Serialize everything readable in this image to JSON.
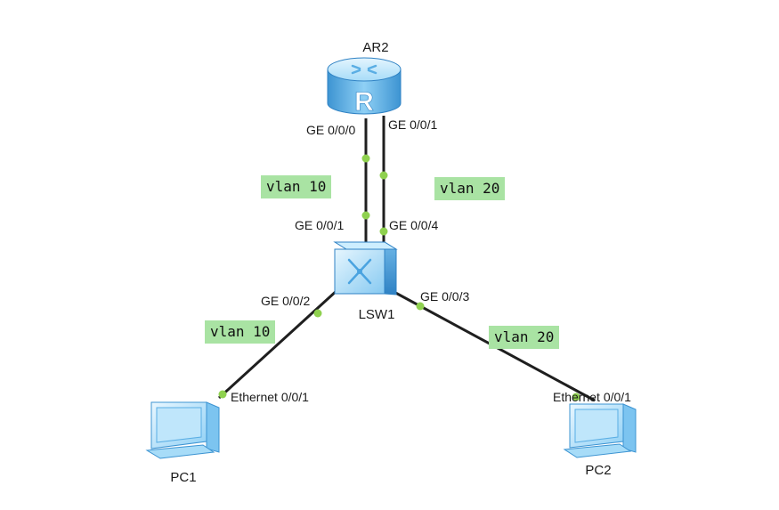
{
  "colors": {
    "link": "#1f1f1f",
    "port_dot": "#8fd14f",
    "vlan_bg": "#a9e3a3",
    "device_light": "#bfe6fb",
    "device_mid": "#7cc4f0",
    "device_dark": "#3d94d2"
  },
  "nodes": {
    "router": {
      "label": "AR2",
      "icon": "router-icon"
    },
    "switch": {
      "label": "LSW1",
      "icon": "switch-icon"
    },
    "pc1": {
      "label": "PC1",
      "icon": "pc-icon"
    },
    "pc2": {
      "label": "PC2",
      "icon": "pc-icon"
    }
  },
  "ports": {
    "ar2_ge000": "GE 0/0/0",
    "ar2_ge001": "GE 0/0/1",
    "lsw1_ge001": "GE 0/0/1",
    "lsw1_ge004": "GE 0/0/4",
    "lsw1_ge002": "GE 0/0/2",
    "lsw1_ge003": "GE 0/0/3",
    "pc1_eth": "Ethernet 0/0/1",
    "pc2_eth": "Ethernet 0/0/1"
  },
  "vlans": {
    "uplink_left": "vlan 10",
    "uplink_right": "vlan 20",
    "pc1_link": "vlan 10",
    "pc2_link": "vlan 20"
  }
}
